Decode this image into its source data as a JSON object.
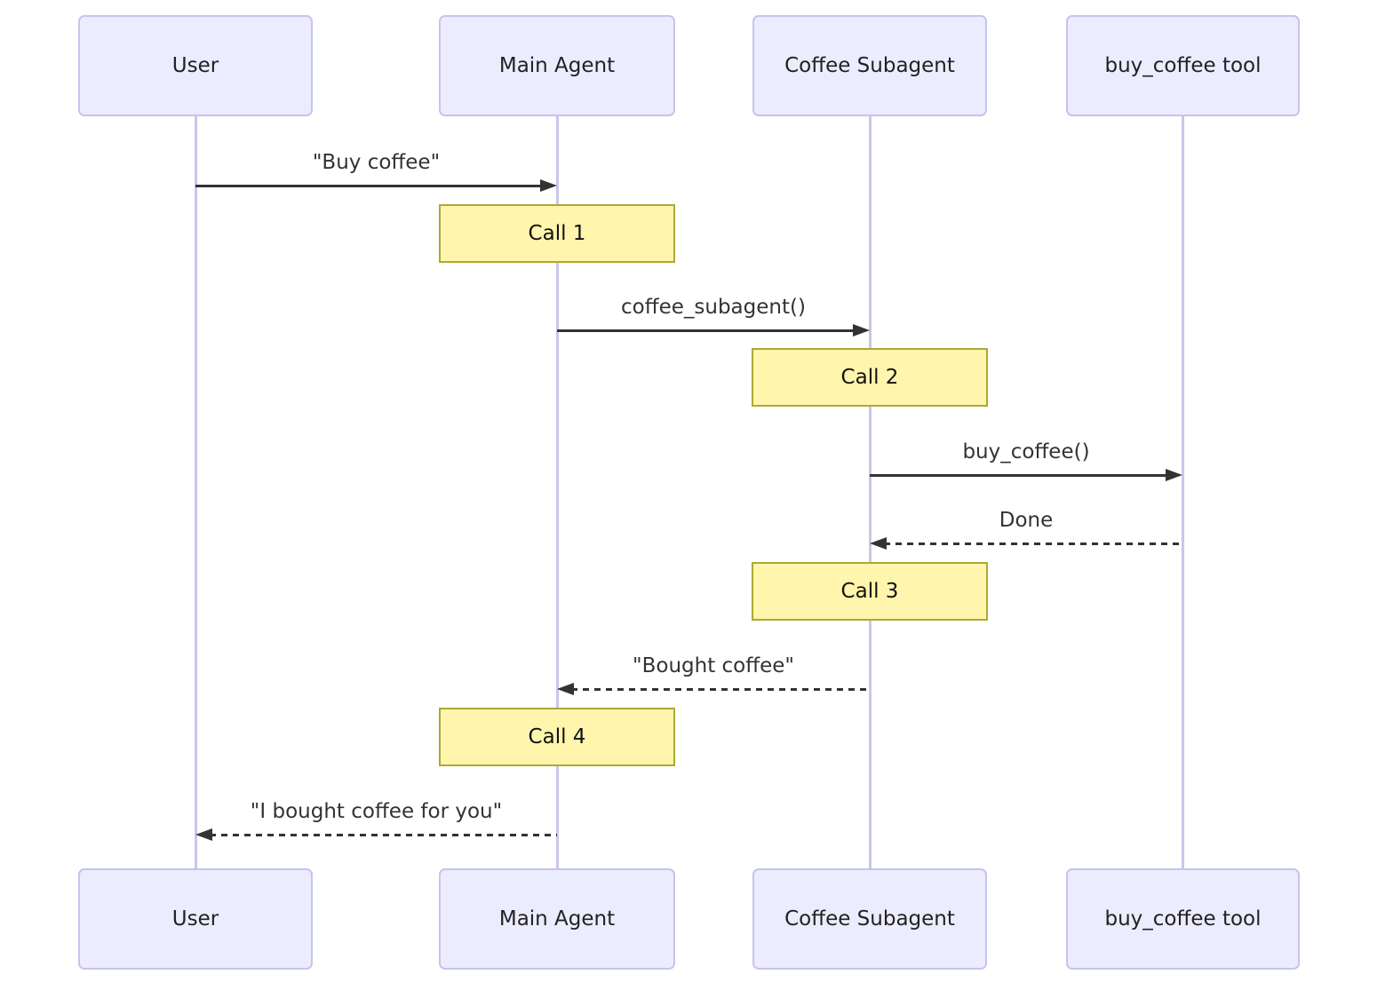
{
  "diagram_type": "sequence-diagram",
  "participants": [
    {
      "id": "user",
      "label": "User"
    },
    {
      "id": "main-agent",
      "label": "Main Agent"
    },
    {
      "id": "coffee-subagent",
      "label": "Coffee Subagent"
    },
    {
      "id": "buy-coffee-tool",
      "label": "buy_coffee tool"
    }
  ],
  "messages": [
    {
      "from": "User",
      "to": "Main Agent",
      "label": "\"Buy coffee\"",
      "line": "solid",
      "direction": "right"
    },
    {
      "from": "Main Agent",
      "to": "Coffee Subagent",
      "label": "coffee_subagent()",
      "line": "solid",
      "direction": "right"
    },
    {
      "from": "Coffee Subagent",
      "to": "buy_coffee tool",
      "label": "buy_coffee()",
      "line": "solid",
      "direction": "right"
    },
    {
      "from": "buy_coffee tool",
      "to": "Coffee Subagent",
      "label": "Done",
      "line": "dashed",
      "direction": "left"
    },
    {
      "from": "Coffee Subagent",
      "to": "Main Agent",
      "label": "\"Bought coffee\"",
      "line": "dashed",
      "direction": "left"
    },
    {
      "from": "Main Agent",
      "to": "User",
      "label": "\"I bought coffee for you\"",
      "line": "dashed",
      "direction": "left"
    }
  ],
  "notes": [
    {
      "over": "Main Agent",
      "label": "Call 1"
    },
    {
      "over": "Coffee Subagent",
      "label": "Call 2"
    },
    {
      "over": "Coffee Subagent",
      "label": "Call 3"
    },
    {
      "over": "Main Agent",
      "label": "Call 4"
    }
  ],
  "colors": {
    "actor_fill": "#ECECFF",
    "actor_border": "#C9C2EC",
    "lifeline": "#CDC5EC",
    "note_fill": "#FFF5AD",
    "note_border": "#AAAA33",
    "arrow": "#333333",
    "text": "#222222"
  }
}
